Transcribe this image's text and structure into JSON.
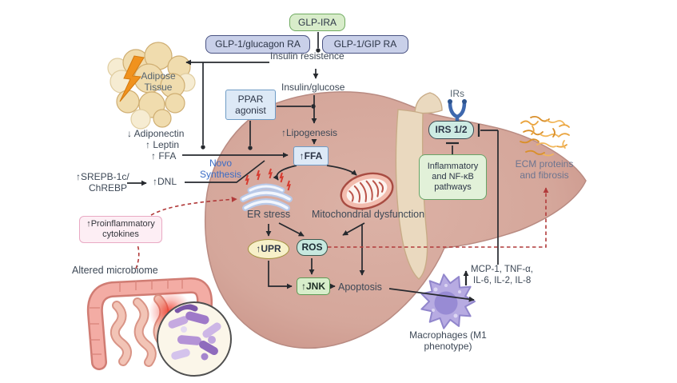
{
  "colors": {
    "liver": "#d5a89d",
    "dashed_red": "#b13a3a",
    "arrow_black": "#26292e",
    "novo_blue": "#3b6cc5",
    "adipose_bolt_orange": "#f0921e",
    "ecm_orange": "#eaa43e",
    "macrophage_purple": "#b7abe2"
  },
  "top": {
    "glp_ira": "GLP-IRA",
    "glp_glucagon": "GLP-1/glucagon RA",
    "glp_gip": "GLP-1/GIP RA",
    "insulin_resistance": "Insulin resistence",
    "insulin_glucose": "Insulin/glucose"
  },
  "adipose": {
    "line1": "Adipose",
    "line2": "Tissue",
    "adiponectin": "↓ Adiponectin",
    "leptin": "↑ Leptin",
    "ffa": "↑ FFA",
    "srebp_line1": "↑SREPB-1c/",
    "srebp_line2": "ChREBP",
    "dnl": "↑DNL",
    "novo_line1": "Novo",
    "novo_line2": "Synthesis"
  },
  "liver": {
    "ppar_line1": "PPAR",
    "ppar_line2": "agonist",
    "lipogenesis": "↑Lipogenesis",
    "ffa_box": "↑FFA",
    "er_stress": "ER stress",
    "mito_dysfunction": "Mitochondrial dysfunction",
    "upr": "↑UPR",
    "ros": "ROS",
    "jnk": "↑JNK",
    "apoptosis": "Apoptosis",
    "irs_receptor": "IRs",
    "irs12": "IRS 1/2",
    "inflammatory_line1": "Inflammatory",
    "inflammatory_line2": "and NF-κB",
    "inflammatory_line3": "pathways",
    "ecm_line1": "ECM proteins",
    "ecm_line2": "and fibrosis"
  },
  "bottom": {
    "proinflammatory_line1": "↑Proinflammatory",
    "proinflammatory_line2": "cytokines",
    "microbiome": "Altered microbiome",
    "cytokines_line1": "MCP-1, TNF-α,",
    "cytokines_line2": "IL-6, IL-2, IL-8",
    "macrophages_line1": "Macrophages (M1",
    "macrophages_line2": "phenotype)"
  }
}
